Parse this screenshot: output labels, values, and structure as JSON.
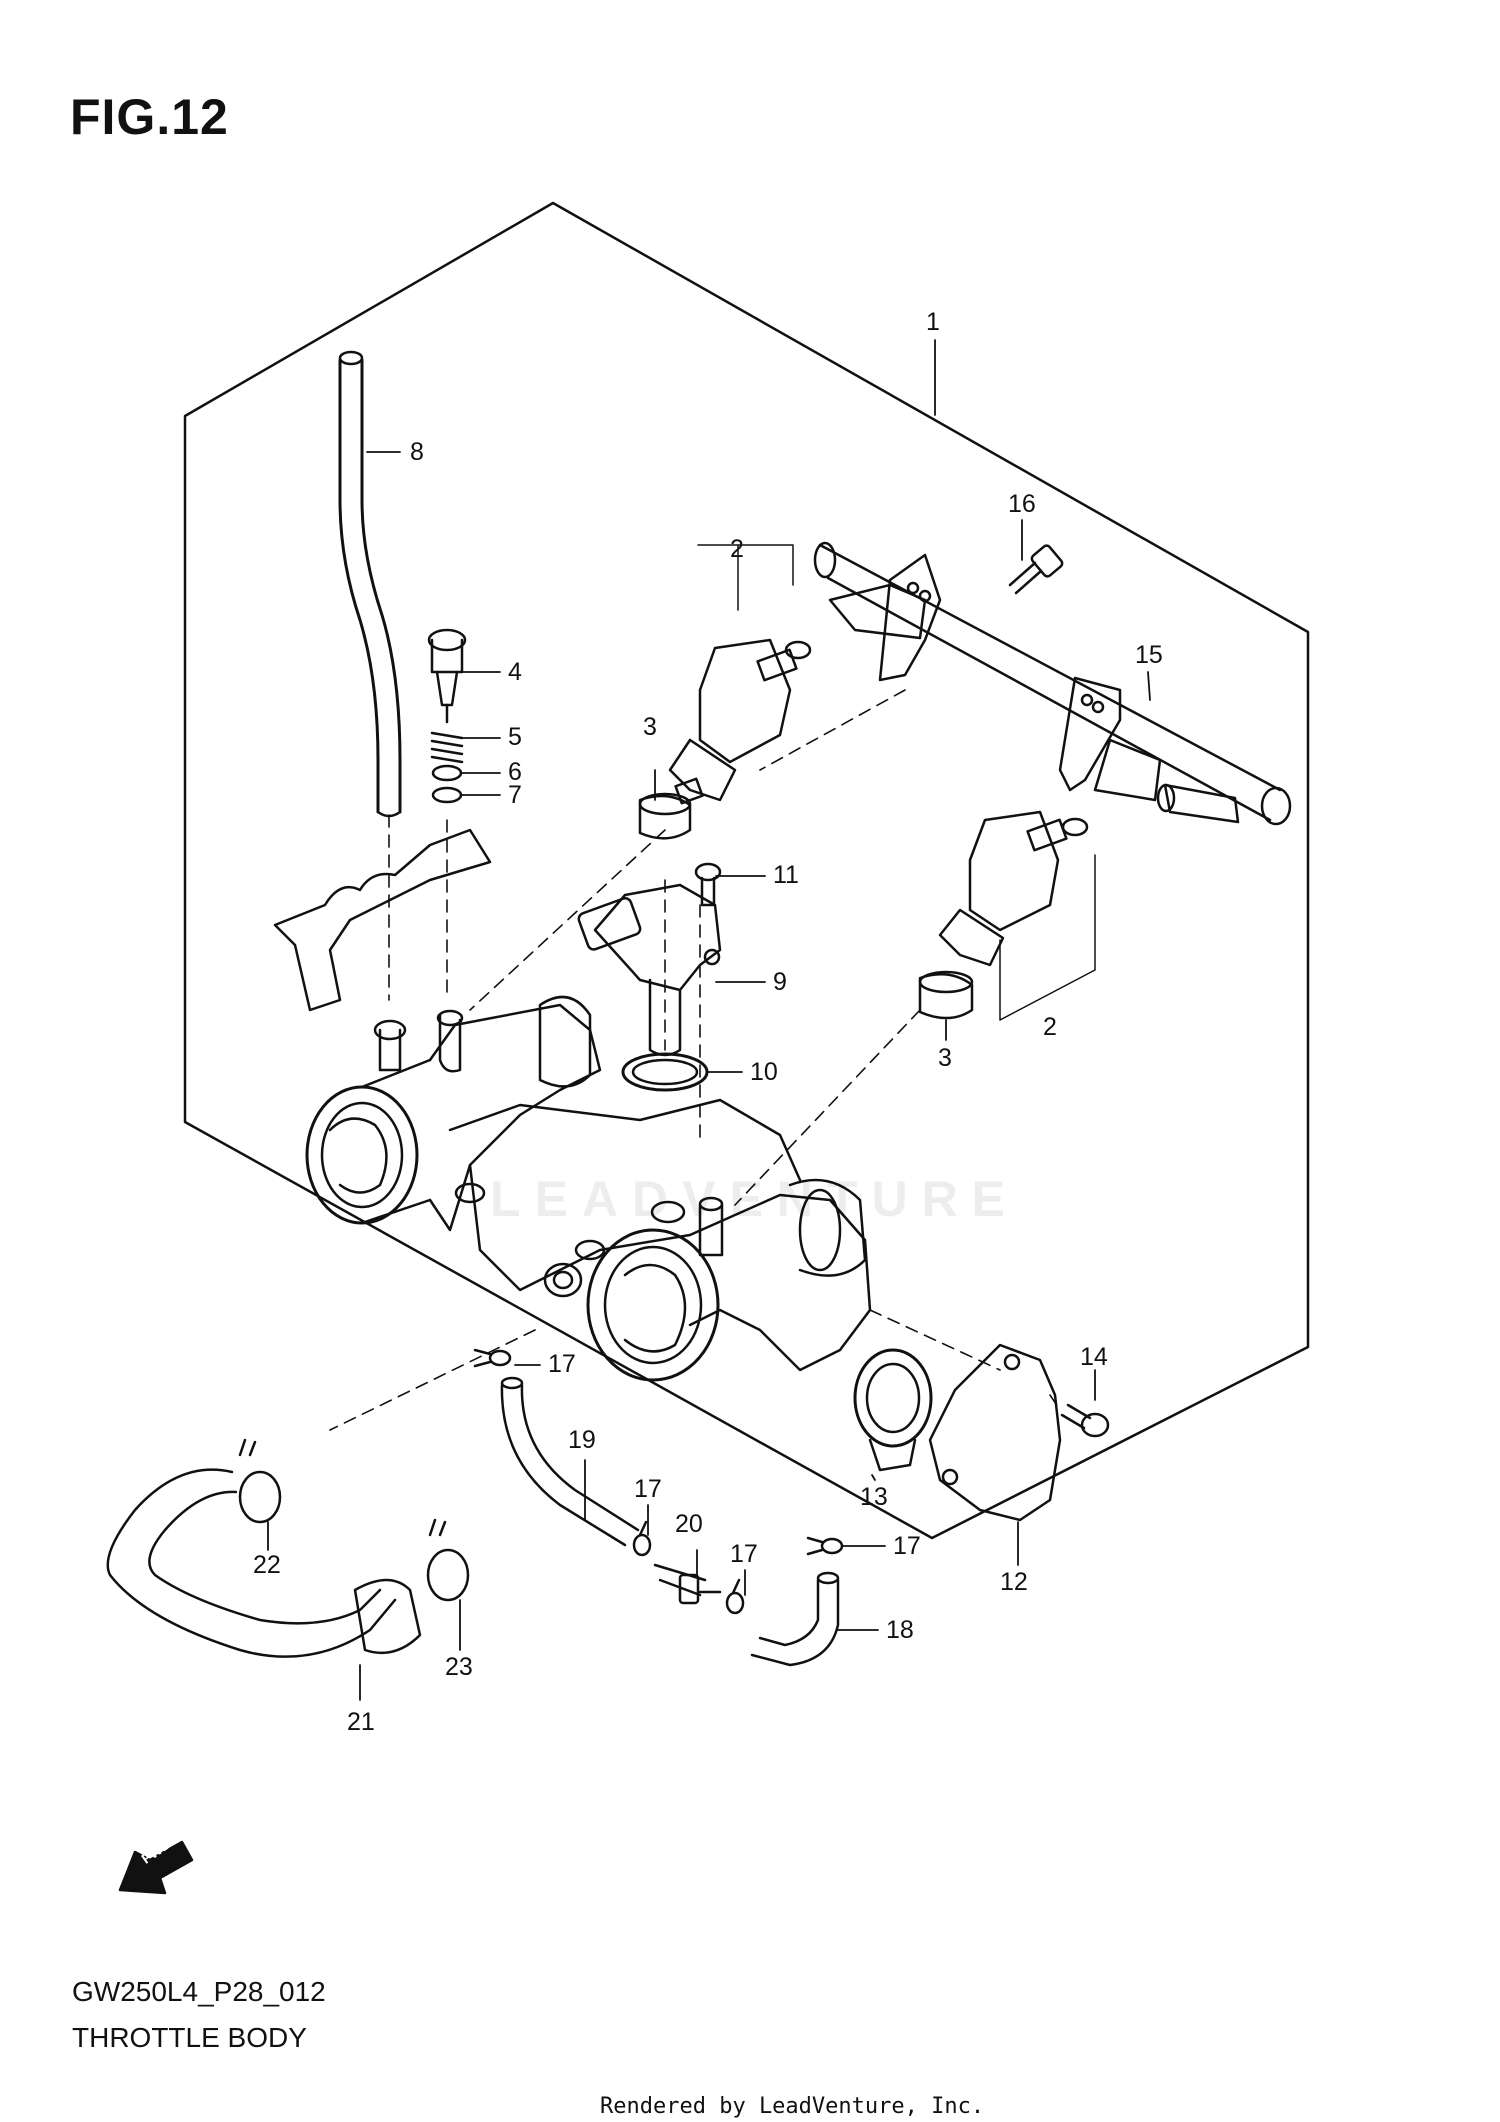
{
  "figure": {
    "title": "FIG.12",
    "model_code": "GW250L4_P28_012",
    "name": "THROTTLE BODY",
    "credit": "Rendered by LeadVenture, Inc.",
    "watermark": "LEADVENTURE",
    "fwd_label": "FWD"
  },
  "callouts": [
    "1",
    "2",
    "2",
    "3",
    "3",
    "4",
    "5",
    "6",
    "7",
    "8",
    "9",
    "10",
    "11",
    "12",
    "13",
    "14",
    "15",
    "16",
    "17",
    "17",
    "17",
    "17",
    "18",
    "19",
    "20",
    "21",
    "22",
    "23"
  ],
  "colors": {
    "line": "#111111",
    "background": "#ffffff"
  }
}
